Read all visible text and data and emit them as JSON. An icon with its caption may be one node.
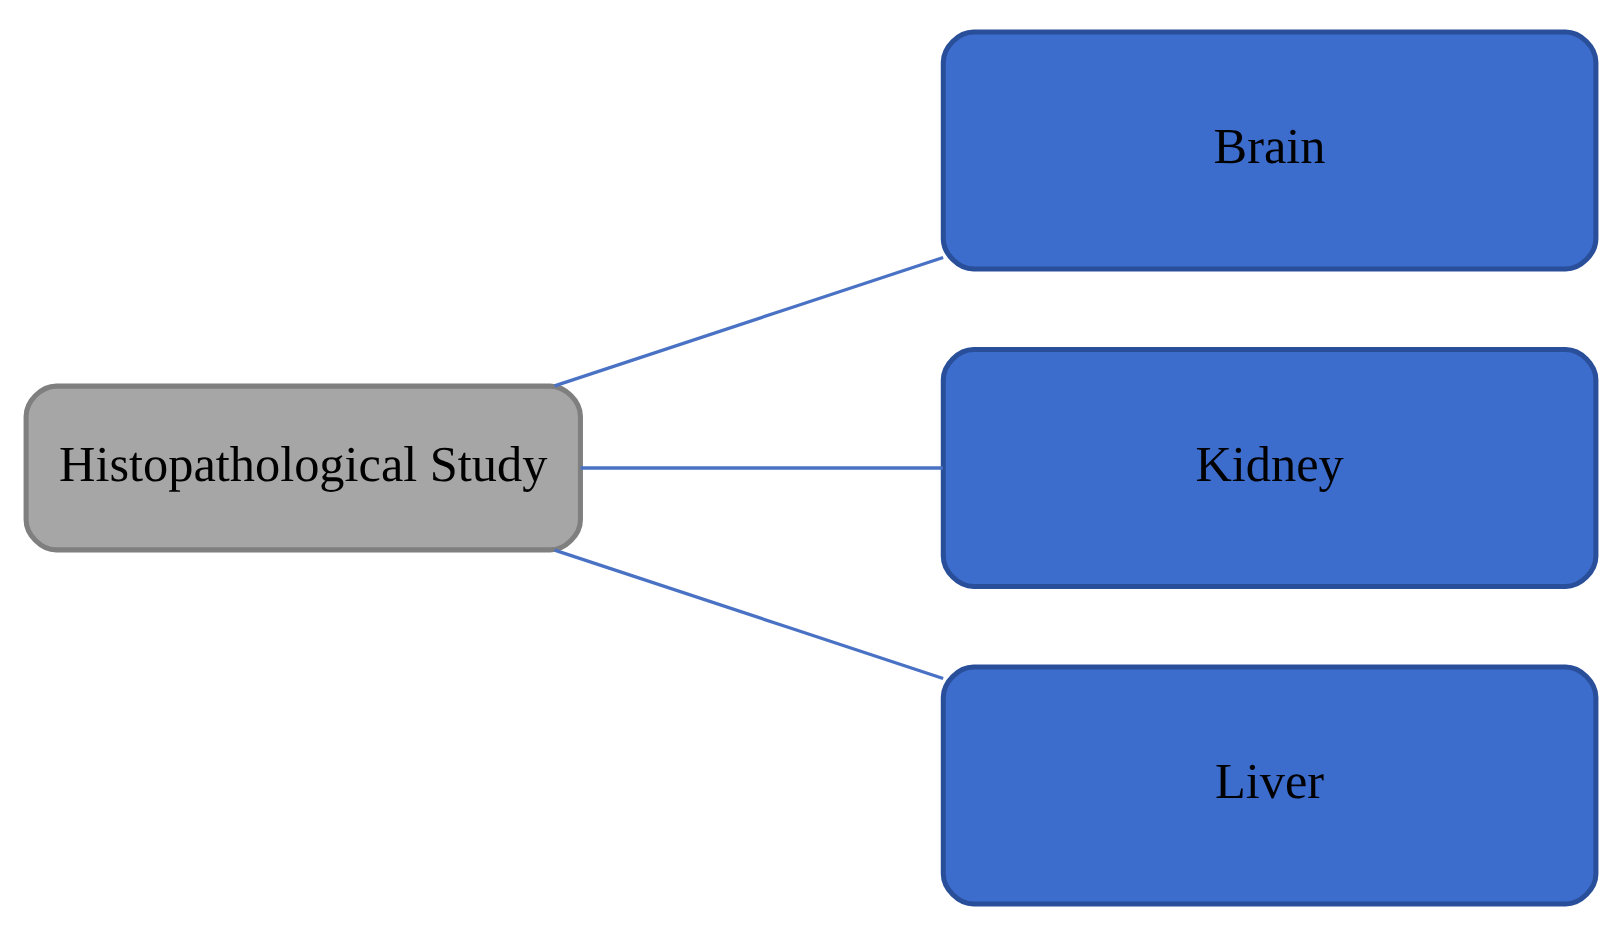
{
  "diagram": {
    "nodes": [
      {
        "text": [
          "Histopathological Study"
        ]
      },
      {
        "text": [
          "Brain"
        ]
      },
      {
        "text": [
          "Kidney"
        ]
      },
      {
        "text": [
          "Liver"
        ]
      }
    ],
    "edges": [
      {
        "from": 0,
        "to": 1,
        "arrow": "none"
      },
      {
        "from": 0,
        "to": 2,
        "arrow": "none"
      },
      {
        "from": 0,
        "to": 3,
        "arrow": "none"
      }
    ]
  }
}
